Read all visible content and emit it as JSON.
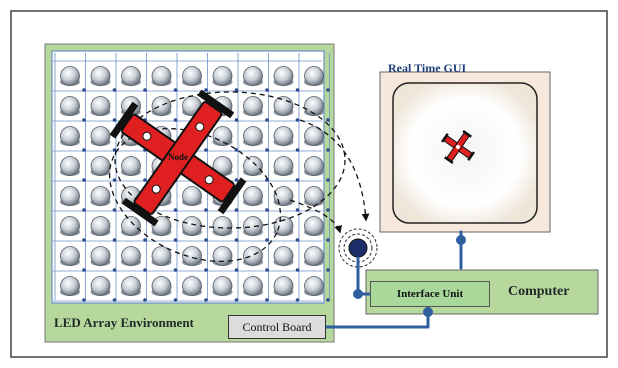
{
  "labels": {
    "led_environment": "LED Array Environment",
    "realtime_gui": "Real Time GUI",
    "control_board": "Control Board",
    "interface_unit": "Interface Unit",
    "computer": "Computer",
    "robot_label": "Node"
  },
  "grid": {
    "rows": 8,
    "cols": 9
  },
  "colors": {
    "led_panel_bg": "#b7d89d",
    "computer_bg": "#b7d89d",
    "gui_frame": "#f8e8dc",
    "wire": "#2f5f9f",
    "grid_line": "#6c8fc9",
    "robot_red": "#e02020",
    "robot_black": "#111111"
  },
  "icons": [
    "led-bulb-icon",
    "robot-icon",
    "wireless-antenna-icon"
  ]
}
